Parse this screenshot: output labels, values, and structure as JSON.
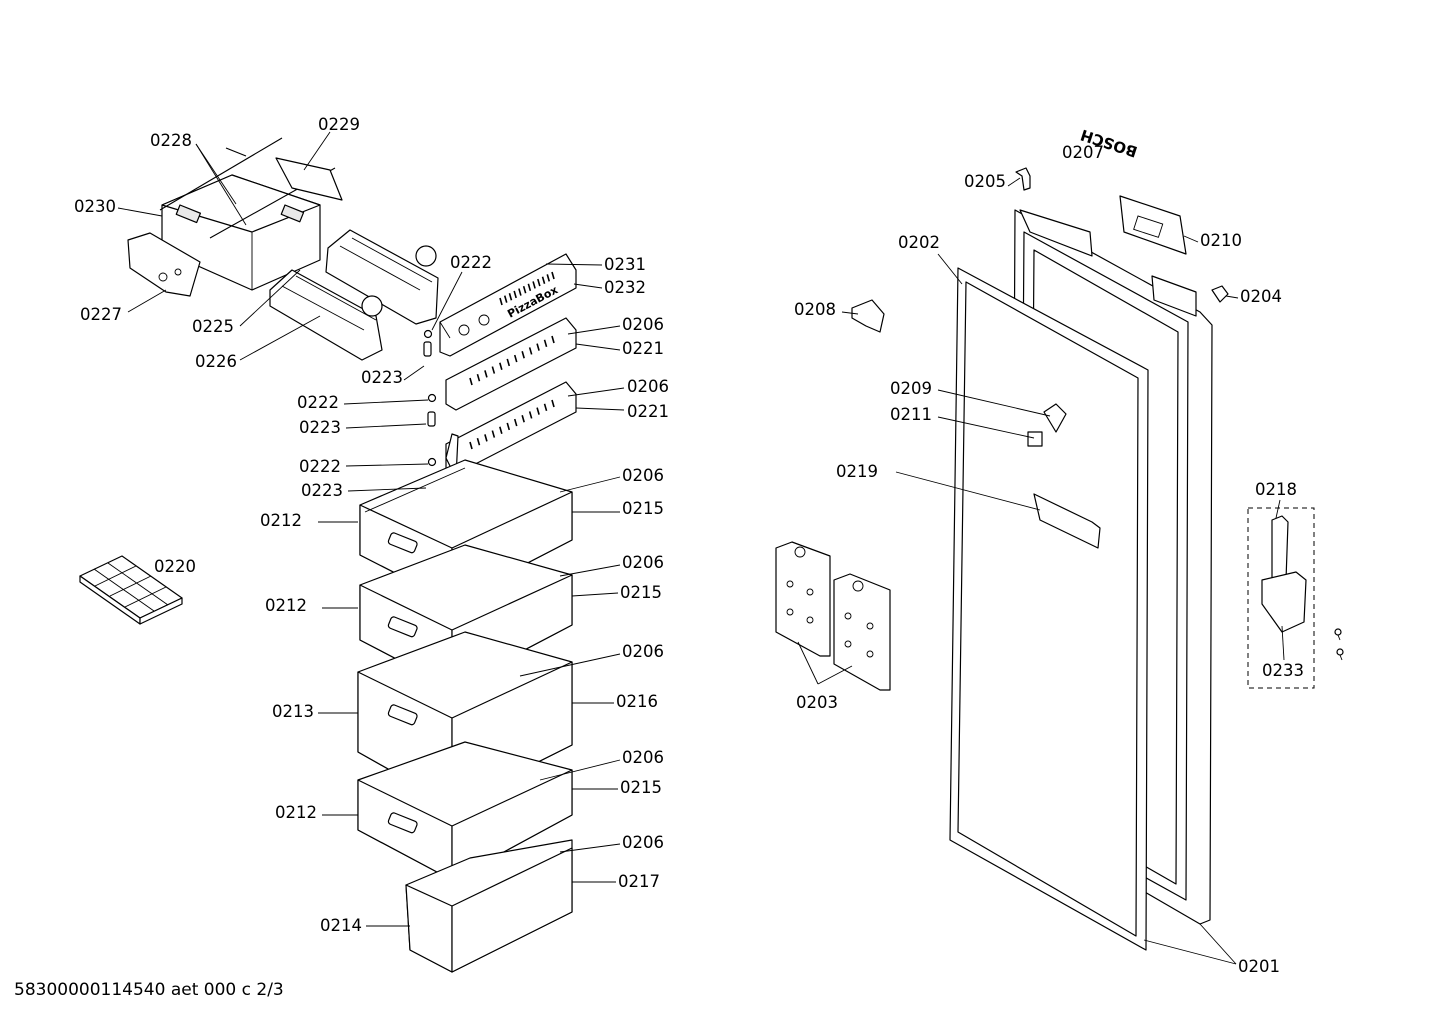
{
  "parts": {
    "p0201": "0201",
    "p0202": "0202",
    "p0203": "0203",
    "p0204": "0204",
    "p0205": "0205",
    "p0206": "0206",
    "p0207": "0207",
    "p0208": "0208",
    "p0209": "0209",
    "p0210": "0210",
    "p0211": "0211",
    "p0212": "0212",
    "p0213": "0213",
    "p0214": "0214",
    "p0215": "0215",
    "p0216": "0216",
    "p0217": "0217",
    "p0218": "0218",
    "p0219": "0219",
    "p0220": "0220",
    "p0221": "0221",
    "p0222": "0222",
    "p0223": "0223",
    "p0225": "0225",
    "p0226": "0226",
    "p0227": "0227",
    "p0228": "0228",
    "p0229": "0229",
    "p0230": "0230",
    "p0231": "0231",
    "p0232": "0232",
    "p0233": "0233"
  },
  "brand_mark": "BOSCH",
  "pizzabox_mark": "PizzaBox",
  "footer": {
    "document_id": "58300000114540 aet 000 c 2/3"
  }
}
